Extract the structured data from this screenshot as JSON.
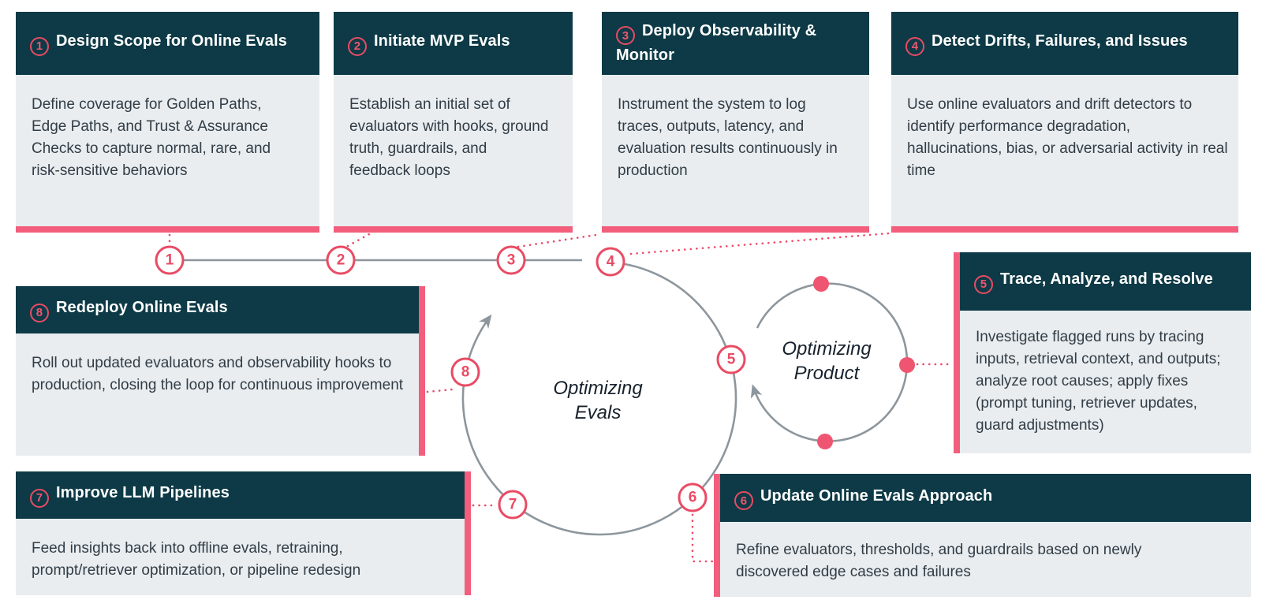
{
  "colors": {
    "header_bg": "#0d3a46",
    "card_body_bg": "#e9edf0",
    "accent_pink": "#e94b64",
    "accent_bar_pink": "#f25e7b",
    "dot_pink": "#ef5570",
    "line_gray": "#8d969c",
    "body_text": "#323d46"
  },
  "cards": [
    {
      "number": "1",
      "title": "Design Scope for Online Evals",
      "body": "Define coverage for Golden Paths, Edge Paths, and Trust & Assurance Checks to capture normal, rare, and risk-sensitive behaviors"
    },
    {
      "number": "2",
      "title": "Initiate MVP Evals",
      "body": "Establish an initial set of evaluators with hooks, ground truth, guardrails, and feedback loops"
    },
    {
      "number": "3",
      "title": "Deploy Observability & Monitor",
      "body": "Instrument the system to log traces, outputs, latency, and evaluation results continuously in production"
    },
    {
      "number": "4",
      "title": "Detect Drifts, Failures, and Issues",
      "body": "Use online evaluators and drift detectors to identify performance degradation, hallucinations, bias, or adversarial activity in real time"
    },
    {
      "number": "5",
      "title": "Trace, Analyze, and Resolve",
      "body": "Investigate flagged runs by tracing inputs, retrieval context, and outputs; analyze root causes; apply fixes (prompt tuning, retriever updates, guard adjustments)"
    },
    {
      "number": "6",
      "title": "Update Online Evals Approach",
      "body": "Refine evaluators, thresholds, and guardrails based on newly discovered edge cases and failures"
    },
    {
      "number": "7",
      "title": "Improve LLM Pipelines",
      "body": "Feed insights back into offline evals, retraining, prompt/retriever optimization, or pipeline redesign"
    },
    {
      "number": "8",
      "title": "Redeploy Online Evals",
      "body": "Roll out updated evaluators and observability hooks to production, closing the loop for continuous improvement"
    }
  ],
  "cycle_evals": {
    "line1": "Optimizing",
    "line2": "Evals"
  },
  "cycle_product": {
    "line1": "Optimizing",
    "line2": "Product"
  },
  "nodes": [
    {
      "label": "1"
    },
    {
      "label": "2"
    },
    {
      "label": "3"
    },
    {
      "label": "4"
    },
    {
      "label": "5"
    },
    {
      "label": "6"
    },
    {
      "label": "7"
    },
    {
      "label": "8"
    }
  ]
}
